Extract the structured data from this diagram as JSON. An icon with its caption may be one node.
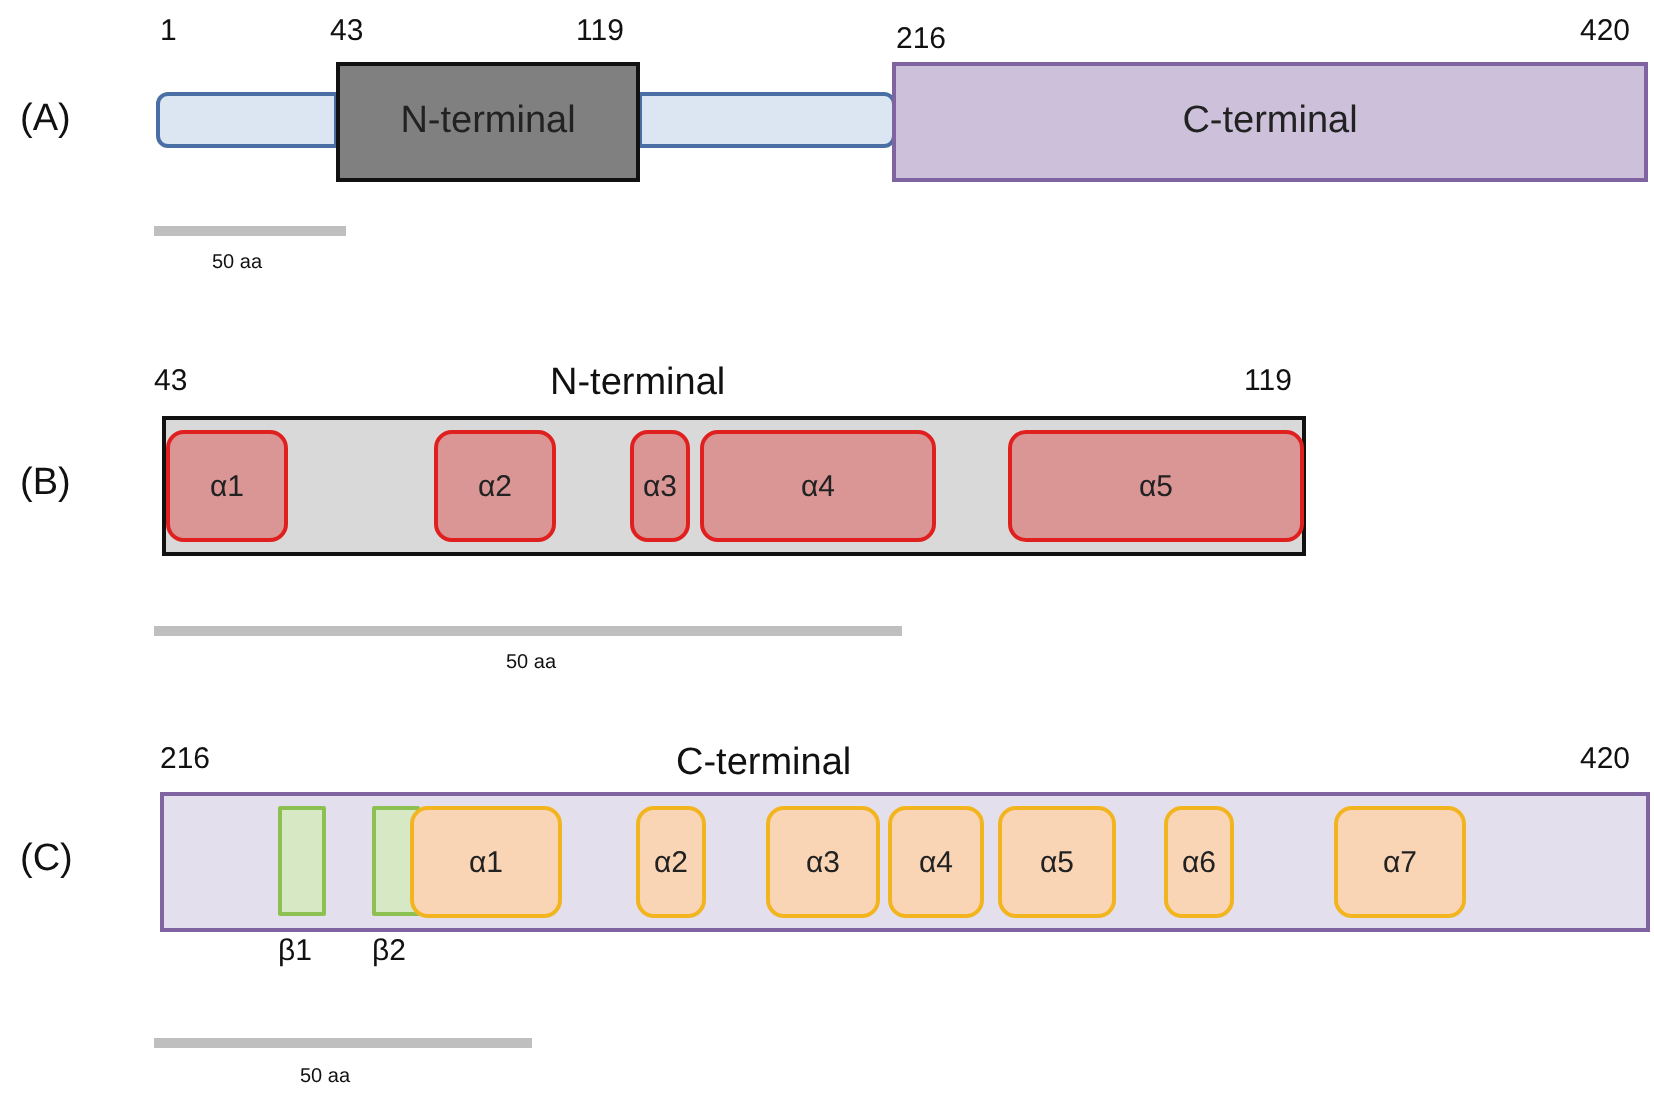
{
  "diagram": {
    "nodes": [
      {
        "text": [],
        "shape": "bar"
      },
      {
        "text": [
          "N-terminal"
        ]
      },
      {
        "text": [
          "C-terminal"
        ]
      },
      {
        "text": [
          "N-terminal"
        ]
      },
      {
        "text": [
          "α1"
        ],
        "in": 3
      },
      {
        "text": [
          "α2"
        ],
        "in": 3
      },
      {
        "text": [
          "α3"
        ],
        "in": 3
      },
      {
        "text": [
          "α4"
        ],
        "in": 3
      },
      {
        "text": [
          "α5"
        ],
        "in": 3
      },
      {
        "text": [
          "C-terminal"
        ]
      },
      {
        "text": [
          "β1"
        ],
        "in": 9
      },
      {
        "text": [
          "β2"
        ],
        "in": 9
      },
      {
        "text": [
          "α1"
        ],
        "in": 9
      },
      {
        "text": [
          "α2"
        ],
        "in": 9
      },
      {
        "text": [
          "α3"
        ],
        "in": 9
      },
      {
        "text": [
          "α4"
        ],
        "in": 9
      },
      {
        "text": [
          "α5"
        ],
        "in": 9
      },
      {
        "text": [
          "α6"
        ],
        "in": 9
      },
      {
        "text": [
          "α7"
        ],
        "in": 9
      }
    ],
    "edges": [],
    "labels": [
      "1",
      "43",
      "119",
      "216",
      "420",
      "(A)",
      "50 aa",
      "43",
      "119",
      "(B)",
      "50 aa",
      "216",
      "420",
      "(C)",
      "50 aa"
    ]
  }
}
